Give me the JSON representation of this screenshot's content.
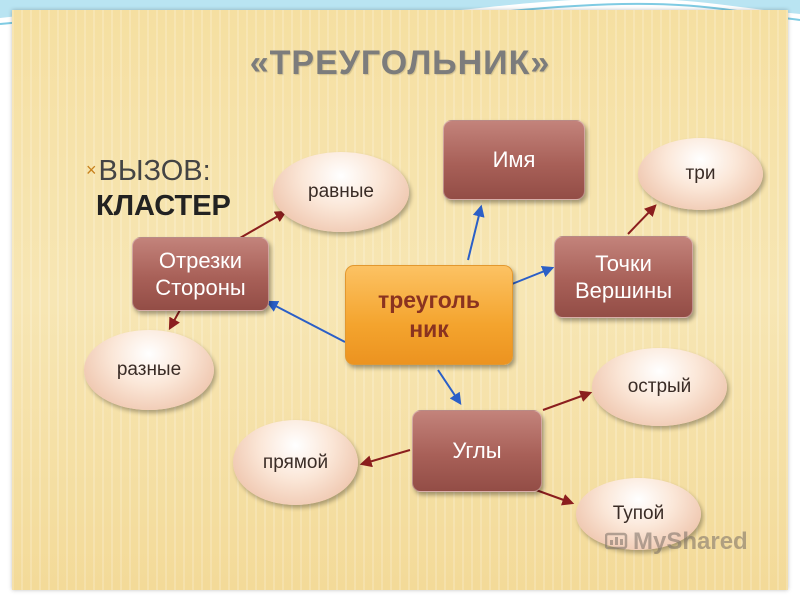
{
  "title": "«ТРЕУГОЛЬНИК»",
  "bullet": {
    "marker": "×",
    "line1": "ВЫЗОВ:",
    "line2": "КЛАСТЕР"
  },
  "center": {
    "line1": "треуголь",
    "line2": "ник"
  },
  "boxes": {
    "imya": "Имя",
    "otrezki": {
      "line1": "Отрезки",
      "line2": "Стороны"
    },
    "tochki": {
      "line1": "Точки",
      "line2": "Вершины"
    },
    "ugly": "Углы"
  },
  "ovals": {
    "ravnye": "равные",
    "raznye": "разные",
    "tri": "три",
    "ostryi": "острый",
    "pryamoi": "прямой",
    "tupoi": "Тупой"
  },
  "watermark": "MyShared",
  "colors": {
    "box": "#a86058",
    "center": "#f4a42e",
    "arrow_blue": "#2b5fc7",
    "arrow_red": "#8b1e1e"
  }
}
